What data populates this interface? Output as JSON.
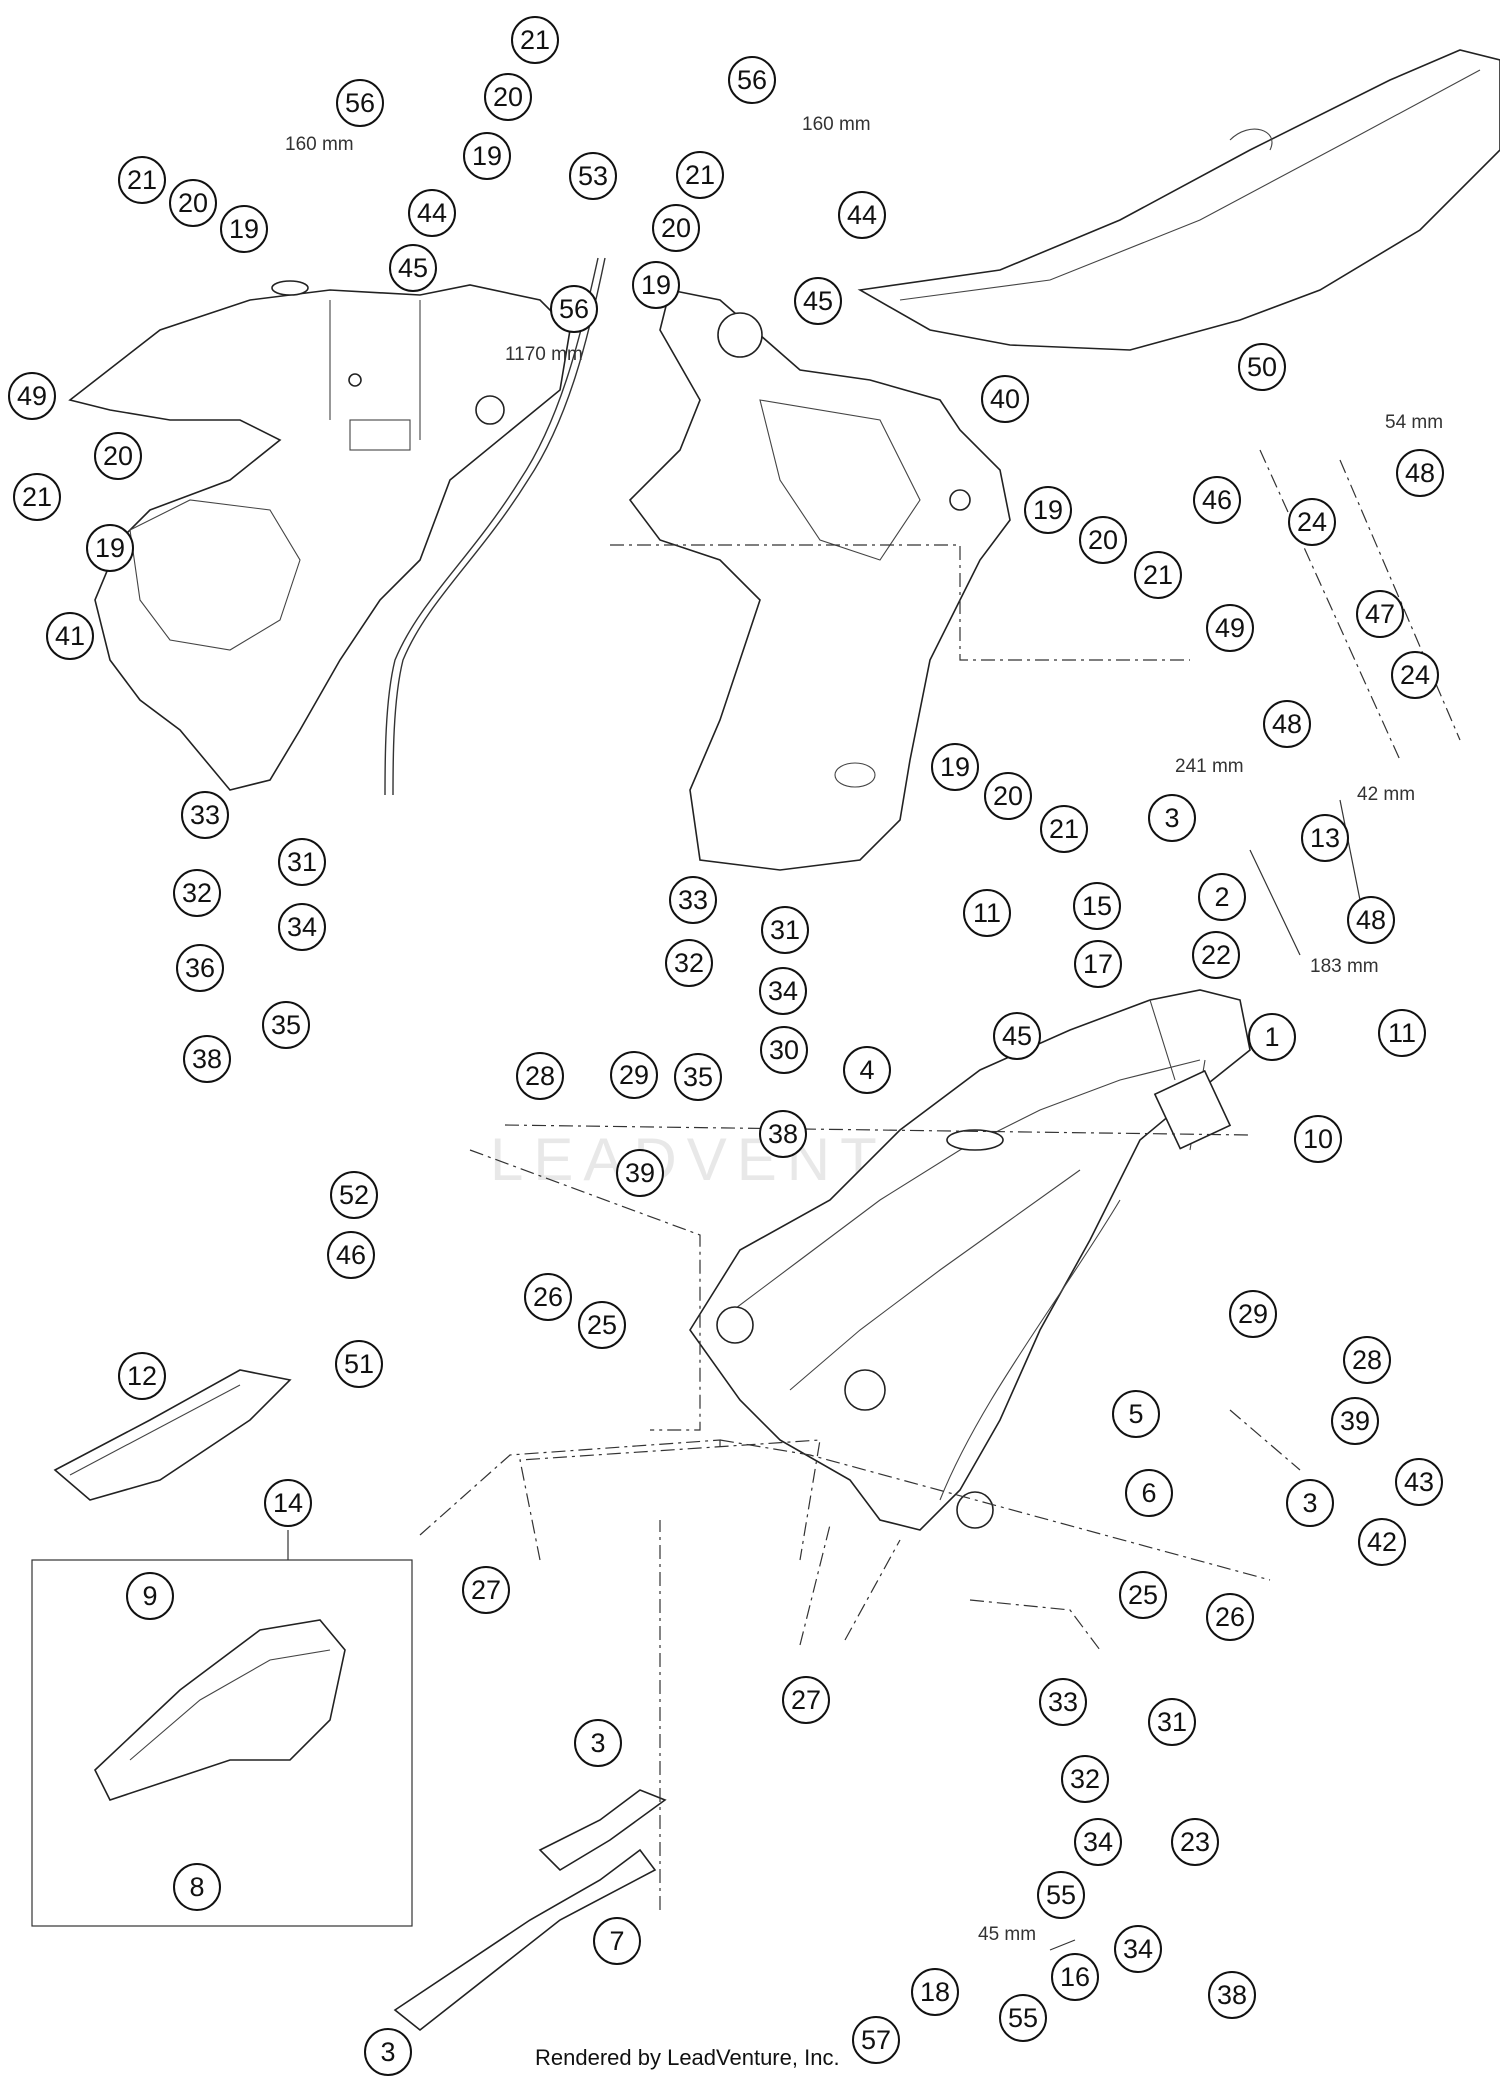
{
  "watermark": "LEADVENTURE",
  "footer": "Rendered by LeadVenture, Inc.",
  "dimensions": {
    "d160_left": "160 mm",
    "d160_right": "160 mm",
    "d1170": "1170 mm",
    "d54": "54 mm",
    "d241": "241 mm",
    "d42": "42 mm",
    "d183": "183 mm",
    "d45": "45 mm"
  },
  "callouts": [
    {
      "id": "c1",
      "label": "21"
    },
    {
      "id": "c2",
      "label": "20"
    },
    {
      "id": "c3",
      "label": "19"
    },
    {
      "id": "c4",
      "label": "56"
    },
    {
      "id": "c5",
      "label": "44"
    },
    {
      "id": "c6",
      "label": "45"
    },
    {
      "id": "c7",
      "label": "21"
    },
    {
      "id": "c8",
      "label": "20"
    },
    {
      "id": "c9",
      "label": "19"
    },
    {
      "id": "c10",
      "label": "53"
    },
    {
      "id": "c11",
      "label": "56"
    },
    {
      "id": "c12",
      "label": "49"
    },
    {
      "id": "c13",
      "label": "20"
    },
    {
      "id": "c14",
      "label": "21"
    },
    {
      "id": "c15",
      "label": "19"
    },
    {
      "id": "c16",
      "label": "41"
    },
    {
      "id": "c17",
      "label": "56"
    },
    {
      "id": "c18",
      "label": "21"
    },
    {
      "id": "c19",
      "label": "20"
    },
    {
      "id": "c20",
      "label": "44"
    },
    {
      "id": "c21",
      "label": "19"
    },
    {
      "id": "c22",
      "label": "45"
    },
    {
      "id": "c23",
      "label": "50"
    },
    {
      "id": "c24",
      "label": "40"
    },
    {
      "id": "c25",
      "label": "48"
    },
    {
      "id": "c26",
      "label": "46"
    },
    {
      "id": "c27",
      "label": "24"
    },
    {
      "id": "c28",
      "label": "19"
    },
    {
      "id": "c29",
      "label": "20"
    },
    {
      "id": "c30",
      "label": "21"
    },
    {
      "id": "c31",
      "label": "47"
    },
    {
      "id": "c32",
      "label": "49"
    },
    {
      "id": "c33",
      "label": "24"
    },
    {
      "id": "c34",
      "label": "48"
    },
    {
      "id": "c35",
      "label": "19"
    },
    {
      "id": "c36",
      "label": "20"
    },
    {
      "id": "c37",
      "label": "21"
    },
    {
      "id": "c38",
      "label": "3"
    },
    {
      "id": "c39",
      "label": "13"
    },
    {
      "id": "c40",
      "label": "15"
    },
    {
      "id": "c41",
      "label": "2"
    },
    {
      "id": "c42",
      "label": "48"
    },
    {
      "id": "c43",
      "label": "17"
    },
    {
      "id": "c44",
      "label": "22"
    },
    {
      "id": "c45",
      "label": "33"
    },
    {
      "id": "c46",
      "label": "31"
    },
    {
      "id": "c47",
      "label": "32"
    },
    {
      "id": "c48",
      "label": "34"
    },
    {
      "id": "c49",
      "label": "36"
    },
    {
      "id": "c50",
      "label": "35"
    },
    {
      "id": "c51",
      "label": "38"
    },
    {
      "id": "c52",
      "label": "33"
    },
    {
      "id": "c53",
      "label": "31"
    },
    {
      "id": "c54",
      "label": "32"
    },
    {
      "id": "c55",
      "label": "34"
    },
    {
      "id": "c56",
      "label": "35"
    },
    {
      "id": "c57",
      "label": "30"
    },
    {
      "id": "c58",
      "label": "38"
    },
    {
      "id": "c59",
      "label": "11"
    },
    {
      "id": "c60",
      "label": "4"
    },
    {
      "id": "c61",
      "label": "45"
    },
    {
      "id": "c62",
      "label": "1"
    },
    {
      "id": "c63",
      "label": "11"
    },
    {
      "id": "c64",
      "label": "10"
    },
    {
      "id": "c65",
      "label": "28"
    },
    {
      "id": "c66",
      "label": "29"
    },
    {
      "id": "c67",
      "label": "39"
    },
    {
      "id": "c68",
      "label": "52"
    },
    {
      "id": "c69",
      "label": "46"
    },
    {
      "id": "c70",
      "label": "26"
    },
    {
      "id": "c71",
      "label": "25"
    },
    {
      "id": "c72",
      "label": "12"
    },
    {
      "id": "c73",
      "label": "51"
    },
    {
      "id": "c74",
      "label": "29"
    },
    {
      "id": "c75",
      "label": "28"
    },
    {
      "id": "c76",
      "label": "5"
    },
    {
      "id": "c77",
      "label": "39"
    },
    {
      "id": "c78",
      "label": "6"
    },
    {
      "id": "c79",
      "label": "43"
    },
    {
      "id": "c80",
      "label": "3"
    },
    {
      "id": "c81",
      "label": "42"
    },
    {
      "id": "c82",
      "label": "14"
    },
    {
      "id": "c83",
      "label": "9"
    },
    {
      "id": "c84",
      "label": "27"
    },
    {
      "id": "c85",
      "label": "25"
    },
    {
      "id": "c86",
      "label": "26"
    },
    {
      "id": "c87",
      "label": "27"
    },
    {
      "id": "c88",
      "label": "8"
    },
    {
      "id": "c89",
      "label": "3"
    },
    {
      "id": "c90",
      "label": "33"
    },
    {
      "id": "c91",
      "label": "31"
    },
    {
      "id": "c92",
      "label": "32"
    },
    {
      "id": "c93",
      "label": "34"
    },
    {
      "id": "c94",
      "label": "23"
    },
    {
      "id": "c95",
      "label": "55"
    },
    {
      "id": "c96",
      "label": "7"
    },
    {
      "id": "c97",
      "label": "16"
    },
    {
      "id": "c98",
      "label": "34"
    },
    {
      "id": "c99",
      "label": "18"
    },
    {
      "id": "c100",
      "label": "38"
    },
    {
      "id": "c101",
      "label": "55"
    },
    {
      "id": "c102",
      "label": "3"
    },
    {
      "id": "c103",
      "label": "57"
    }
  ]
}
